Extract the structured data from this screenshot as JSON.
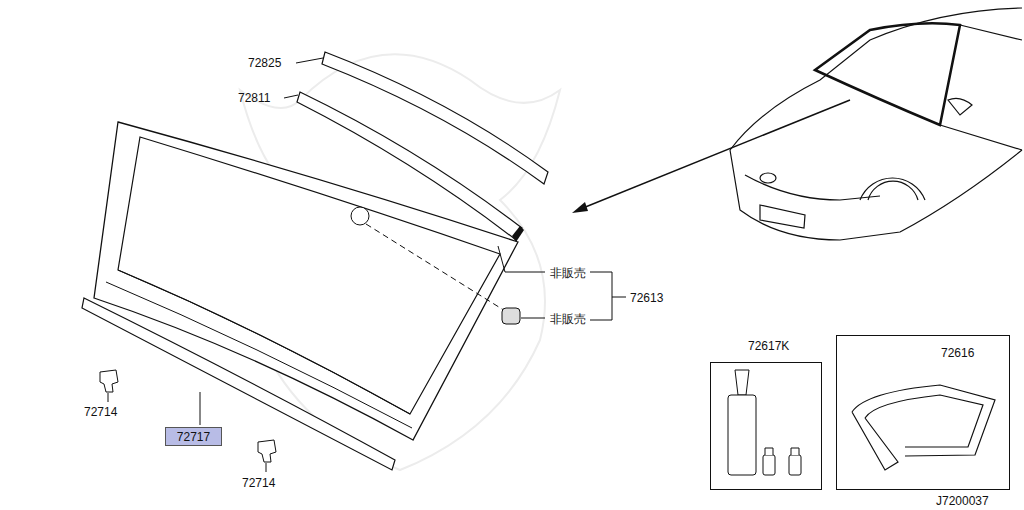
{
  "diagram": {
    "nodes": [
      {
        "text": [
          "72617K"
        ]
      },
      {
        "text": [
          "72616"
        ]
      },
      {
        "text": [
          "72717"
        ]
      }
    ],
    "labels": [
      "72825",
      "72811",
      "非販売",
      "72613",
      "非販売",
      "72714",
      "72714",
      "J7200037"
    ]
  }
}
